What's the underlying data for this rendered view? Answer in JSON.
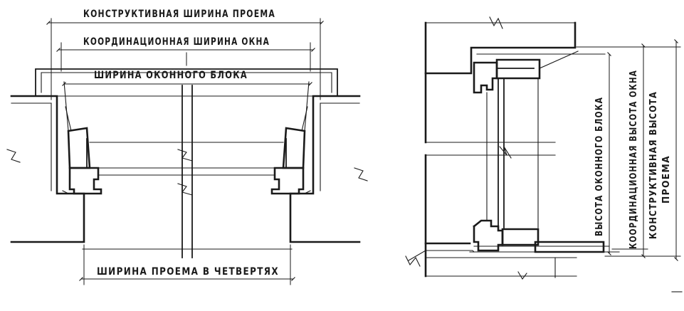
{
  "plan_view": {
    "structural_opening_width": "КОНСТРУКТИВНАЯ ШИРИНА ПРОЕМА",
    "coordination_window_width": "КООРДИНАЦИОННАЯ ШИРИНА ОКНА",
    "window_unit_width": "ШИРИНА ОКОННОГО БЛОКА",
    "opening_width_in_rebates": "ШИРИНА ПРОЕМА В ЧЕТВЕРТЯХ"
  },
  "section_view": {
    "window_unit_height": "ВЫСОТА ОКОННОГО БЛОКА",
    "coordination_window_height": "КООРДИНАЦИОННАЯ ВЫСОТА ОКНА",
    "structural_height_line1": "КОНСТРУКТИВНАЯ ВЫСОТА",
    "structural_height_line2": "ПРОЕМА"
  }
}
